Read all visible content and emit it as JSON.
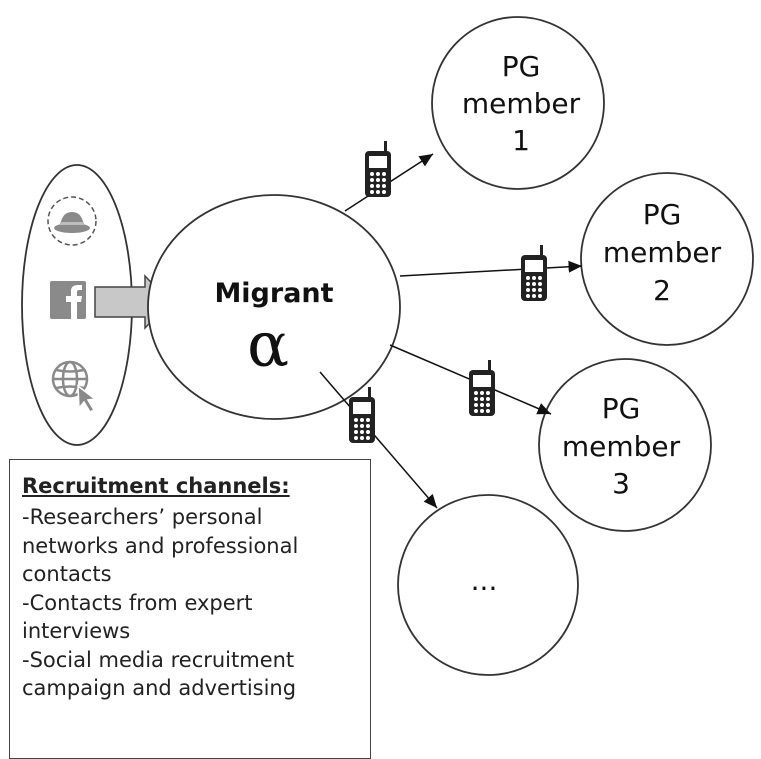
{
  "center_node": {
    "label": "Migrant",
    "symbol": "α"
  },
  "pg_nodes": [
    {
      "line1": "PG",
      "line2": "member",
      "line3": "1"
    },
    {
      "line1": "PG",
      "line2": "member",
      "line3": "2"
    },
    {
      "line1": "PG",
      "line2": "member",
      "line3": "3"
    },
    {
      "line1": "...",
      "line2": "",
      "line3": ""
    }
  ],
  "channel_icons": [
    "fedora-hat-icon",
    "facebook-icon",
    "globe-click-icon"
  ],
  "connection_icon": "mobile-phone-icon",
  "legend": {
    "title": "Recruitment channels:",
    "items": [
      "-Researchers’  personal\nnetworks and professional\ncontacts",
      "-Contacts from expert\ninterviews",
      "-Social media recruitment\ncampaign and advertising"
    ]
  },
  "colors": {
    "stroke": "#333333",
    "icon_gray": "#8a8a8a",
    "phone": "#222222"
  }
}
